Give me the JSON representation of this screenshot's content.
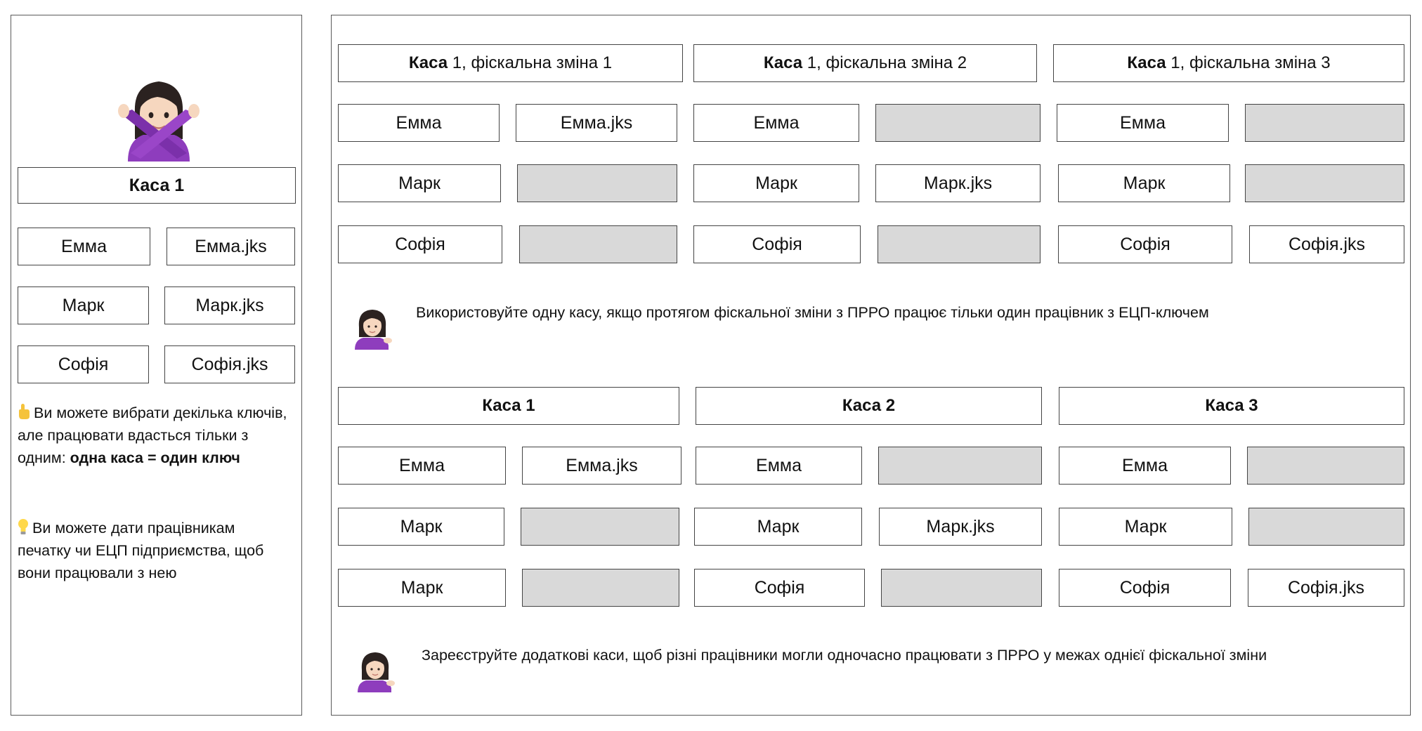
{
  "left": {
    "title": "Каса 1",
    "rows": [
      {
        "employee": "Емма",
        "key": "Емма.jks"
      },
      {
        "employee": "Марк",
        "key": "Марк.jks"
      },
      {
        "employee": "Софія",
        "key": "Софія.jks"
      }
    ],
    "note1_plain": "Ви можете вибрати декілька ключів, але працювати вдасться тільки з одним: ",
    "note1_bold": "одна каса = один ключ",
    "note2": "Ви можете дати працівникам печатку чи ЕЦП підприємства, щоб вони працювали з нею",
    "icons": [
      "woman-gesturing-no-icon",
      "pointing-up-icon",
      "light-bulb-icon"
    ]
  },
  "scenario1": {
    "columns": [
      {
        "head_bold": "Каса",
        "head_rest": " 1, фіскальна зміна 1",
        "cells": [
          {
            "employee": "Емма",
            "key": "Емма.jks"
          },
          {
            "employee": "Марк",
            "key": ""
          },
          {
            "employee": "Софія",
            "key": ""
          }
        ]
      },
      {
        "head_bold": "Каса",
        "head_rest": " 1, фіскальна зміна 2",
        "cells": [
          {
            "employee": "Емма",
            "key": ""
          },
          {
            "employee": "Марк",
            "key": "Марк.jks"
          },
          {
            "employee": "Софія",
            "key": ""
          }
        ]
      },
      {
        "head_bold": "Каса",
        "head_rest": " 1, фіскальна зміна 3",
        "cells": [
          {
            "employee": "Емма",
            "key": ""
          },
          {
            "employee": "Марк",
            "key": ""
          },
          {
            "employee": "Софія",
            "key": "Софія.jks"
          }
        ]
      }
    ],
    "caption": "Використовуйте одну касу, якщо протягом фіскальної зміни з ПРРО працює тільки один працівник з ЕЦП-ключем",
    "icon": "woman-tipping-hand-icon"
  },
  "scenario2": {
    "columns": [
      {
        "head": "Каса 1",
        "cells": [
          {
            "employee": "Емма",
            "key": "Емма.jks"
          },
          {
            "employee": "Марк",
            "key": ""
          },
          {
            "employee": "Марк",
            "key": ""
          }
        ]
      },
      {
        "head": "Каса 2",
        "cells": [
          {
            "employee": "Емма",
            "key": ""
          },
          {
            "employee": "Марк",
            "key": "Марк.jks"
          },
          {
            "employee": "Софія",
            "key": ""
          }
        ]
      },
      {
        "head": "Каса 3",
        "cells": [
          {
            "employee": "Емма",
            "key": ""
          },
          {
            "employee": "Марк",
            "key": ""
          },
          {
            "employee": "Софія",
            "key": "Софія.jks"
          }
        ]
      }
    ],
    "caption": "Зареєструйте додаткові каси, щоб різні працівники могли одночасно працювати з ПРРО у межах однієї фіскальної зміни",
    "icon": "woman-tipping-hand-icon"
  },
  "colors": {
    "border": "#444444",
    "empty_fill": "#d9d9d9",
    "emoji_purple": "#8e3dbd",
    "emoji_skin": "#f6d7bf",
    "emoji_hair": "#2b2220"
  }
}
